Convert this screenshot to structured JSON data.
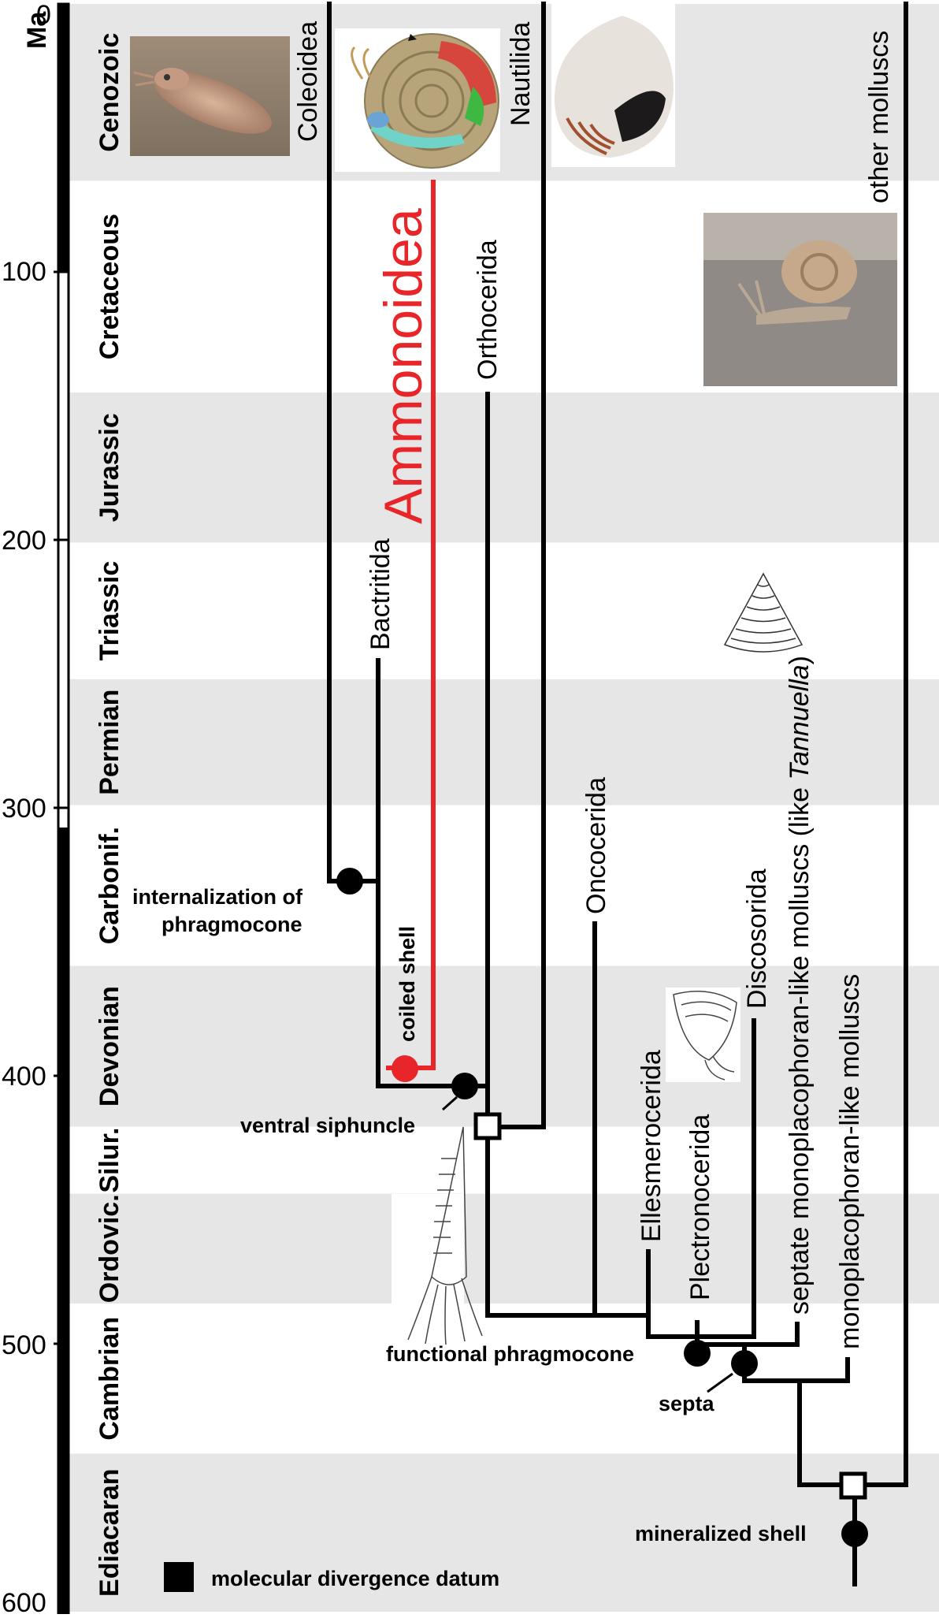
{
  "axis": {
    "unit": "Ma",
    "ticks": [
      "0",
      "100",
      "200",
      "300",
      "400",
      "500",
      "600"
    ]
  },
  "periods": [
    {
      "name": "Cenozoic",
      "start": 0,
      "end": 66,
      "shaded": true
    },
    {
      "name": "Cretaceous",
      "start": 66,
      "end": 145,
      "shaded": false
    },
    {
      "name": "Jurassic",
      "start": 145,
      "end": 201,
      "shaded": true
    },
    {
      "name": "Triassic",
      "start": 201,
      "end": 252,
      "shaded": false
    },
    {
      "name": "Permian",
      "start": 252,
      "end": 299,
      "shaded": true
    },
    {
      "name": "Carbonif.",
      "start": 299,
      "end": 359,
      "shaded": false
    },
    {
      "name": "Devonian",
      "start": 359,
      "end": 419,
      "shaded": true
    },
    {
      "name": "Silur.",
      "start": 419,
      "end": 444,
      "shaded": false
    },
    {
      "name": "Ordovic.",
      "start": 444,
      "end": 485,
      "shaded": true
    },
    {
      "name": "Cambrian",
      "start": 485,
      "end": 541,
      "shaded": false
    },
    {
      "name": "Ediacaran",
      "start": 541,
      "end": 600,
      "shaded": true
    }
  ],
  "taxa": {
    "coleoidea": "Coleoidea",
    "nautilida": "Nautilida",
    "other_molluscs": "other molluscs",
    "ammonoidea": "Ammonoidea",
    "orthocerida": "Orthocerida",
    "bactritida": "Bactritida",
    "oncocerida": "Oncocerida",
    "discosorida": "Discosorida",
    "ellesmerocerida": "Ellesmerocerida",
    "plectronocerida": "Plectronocerida",
    "septate_prefix": "septate monoplacophoran-like molluscs (like ",
    "septate_italic": "Tannuella",
    "septate_suffix": ")",
    "monoplacophoran": "monoplacophoran-like molluscs"
  },
  "events": {
    "internalization_line1": "internalization of",
    "internalization_line2": "phragmocone",
    "coiled_shell": "coiled shell",
    "ventral_siphuncle": "ventral siphuncle",
    "functional_phragmocone": "functional phragmocone",
    "septa": "septa",
    "mineralized_shell": "mineralized shell"
  },
  "legend": {
    "label": "molecular divergence datum"
  },
  "images": [
    {
      "name": "cuttlefish-photo"
    },
    {
      "name": "ammonite-reconstruction"
    },
    {
      "name": "nautilus-shell-photo"
    },
    {
      "name": "snail-photo"
    },
    {
      "name": "tannuella-drawing"
    },
    {
      "name": "orthocone-cephalopod-drawing"
    },
    {
      "name": "discosorid-drawing"
    }
  ],
  "colors": {
    "highlight": "#e8262a",
    "shade": "#e6e6e6",
    "line": "#000000"
  }
}
